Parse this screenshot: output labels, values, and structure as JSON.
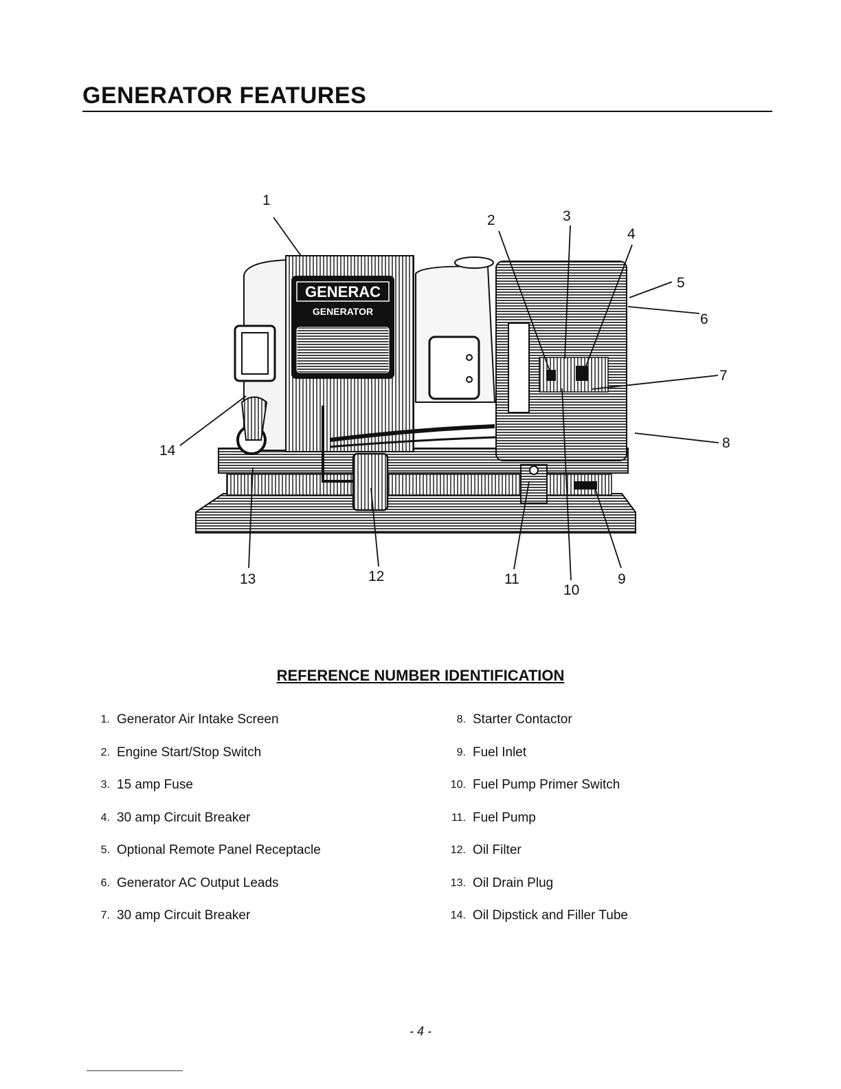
{
  "title": "GENERATOR FEATURES",
  "figure": {
    "brand_text": "GENERAC",
    "sub_text": "GENERATOR",
    "callouts": [
      "1",
      "2",
      "3",
      "4",
      "5",
      "6",
      "7",
      "8",
      "9",
      "10",
      "11",
      "12",
      "13",
      "14"
    ]
  },
  "reference_heading": "REFERENCE NUMBER IDENTIFICATION",
  "references_left": [
    {
      "num": "1.",
      "label": "Generator Air Intake Screen"
    },
    {
      "num": "2.",
      "label": "Engine Start/Stop Switch"
    },
    {
      "num": "3.",
      "label": "15 amp Fuse"
    },
    {
      "num": "4.",
      "label": "30 amp Circuit Breaker"
    },
    {
      "num": "5.",
      "label": "Optional Remote Panel Receptacle"
    },
    {
      "num": "6.",
      "label": "Generator AC Output Leads"
    },
    {
      "num": "7.",
      "label": "30 amp Circuit Breaker"
    }
  ],
  "references_right": [
    {
      "num": "8.",
      "label": "Starter Contactor"
    },
    {
      "num": "9.",
      "label": "Fuel Inlet"
    },
    {
      "num": "10.",
      "label": "Fuel Pump Primer Switch"
    },
    {
      "num": "11.",
      "label": "Fuel Pump"
    },
    {
      "num": "12.",
      "label": "Oil Filter"
    },
    {
      "num": "13.",
      "label": "Oil Drain Plug"
    },
    {
      "num": "14.",
      "label": "Oil Dipstick and Filler Tube"
    }
  ],
  "page_number": "- 4 -"
}
